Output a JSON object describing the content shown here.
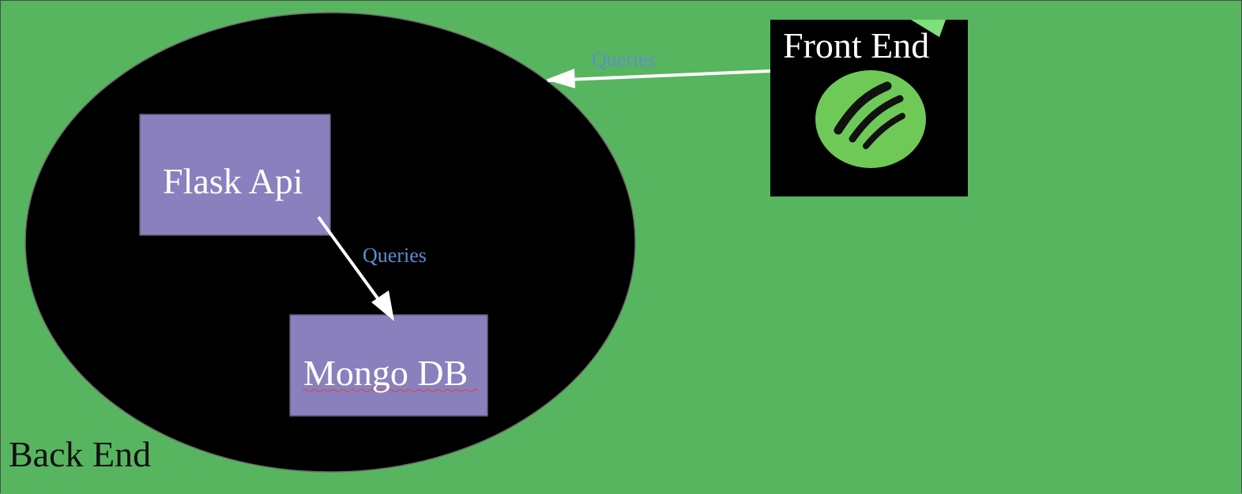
{
  "colors": {
    "background": "#58b55f",
    "ellipse": "#000000",
    "box_fill": "#8a80be",
    "box_text": "#ffffff",
    "edge_label": "#5b8fcf",
    "arrow": "#ffffff",
    "logo_green": "#6fc957"
  },
  "nodes": {
    "flask_api": {
      "label": "Flask Api"
    },
    "mongo_db": {
      "label": "Mongo DB"
    },
    "front_end": {
      "label": "Front End",
      "icon": "spotify-logo-icon"
    }
  },
  "edges": [
    {
      "from": "front_end",
      "to": "back_end",
      "label": "Queries"
    },
    {
      "from": "flask_api",
      "to": "mongo_db",
      "label": "Queries"
    }
  ],
  "regions": {
    "back_end": {
      "label": "Back End"
    }
  }
}
